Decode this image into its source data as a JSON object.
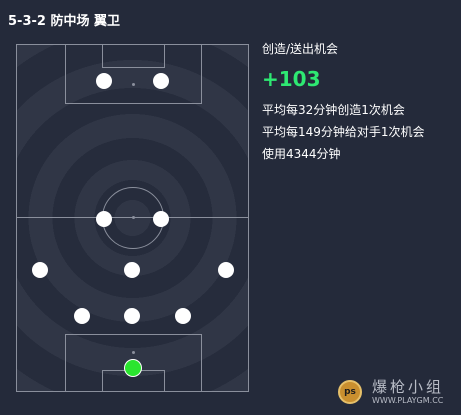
{
  "header": {
    "title": "5-3-2 防中场 翼卫"
  },
  "stats": {
    "label": "创造/送出机会",
    "value": "+103",
    "lines": [
      "平均每32分钟创造1次机会",
      "平均每149分钟给对手1次机会",
      "使用4344分钟"
    ]
  },
  "watermark": {
    "text": "爆枪小组",
    "url": "WWW.PLAYGM.CC",
    "logo": "ps"
  },
  "colors": {
    "accent_green": "#2ee872",
    "goalkeeper": "#2ae52f",
    "background": "#242a3a"
  }
}
